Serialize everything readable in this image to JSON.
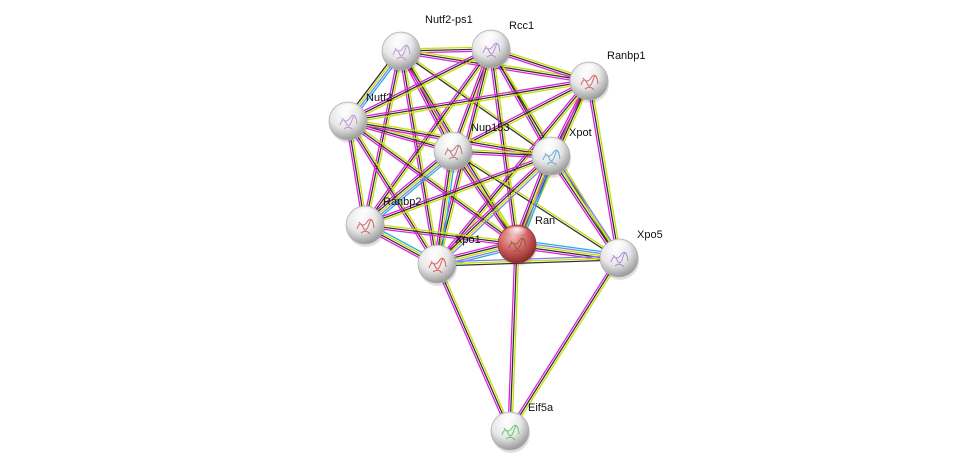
{
  "network": {
    "title": "Protein interaction network",
    "nodes": [
      {
        "id": "Nutf2-ps1",
        "label": "Nutf2-ps1",
        "glyph": "#b38ad0",
        "query": false
      },
      {
        "id": "Rcc1",
        "label": "Rcc1",
        "glyph": "#b07ad0",
        "query": false
      },
      {
        "id": "Ranbp1",
        "label": "Ranbp1",
        "glyph": "#d05050",
        "query": false
      },
      {
        "id": "Nutf2",
        "label": "Nutf2",
        "glyph": "#b38ad0",
        "query": false
      },
      {
        "id": "Nup153",
        "label": "Nup153",
        "glyph": "#b06060",
        "query": false
      },
      {
        "id": "Xpot",
        "label": "Xpot",
        "glyph": "#4aa0d0",
        "query": false
      },
      {
        "id": "Ranbp2",
        "label": "Ranbp2",
        "glyph": "#d05050",
        "query": false
      },
      {
        "id": "Ran",
        "label": "Ran",
        "glyph": "#8a5a20",
        "query": true
      },
      {
        "id": "Xpo1",
        "label": "Xpo1",
        "glyph": "#e04040",
        "query": false
      },
      {
        "id": "Xpo5",
        "label": "Xpo5",
        "glyph": "#a07ad0",
        "query": false
      },
      {
        "id": "Eif5a",
        "label": "Eif5a",
        "glyph": "#50c050",
        "query": false
      }
    ],
    "edge_colors": {
      "textmining": "#c8e000",
      "coexpression": "#333333",
      "experiments": "#e020e0",
      "databases": "#20b0e0",
      "homology": "#8080f0"
    },
    "edges": [
      {
        "a": "Nutf2-ps1",
        "b": "Rcc1",
        "types": [
          "textmining",
          "coexpression",
          "experiments"
        ]
      },
      {
        "a": "Nutf2-ps1",
        "b": "Ranbp1",
        "types": [
          "textmining",
          "coexpression",
          "experiments"
        ]
      },
      {
        "a": "Nutf2-ps1",
        "b": "Nutf2",
        "types": [
          "databases",
          "homology",
          "textmining",
          "coexpression"
        ]
      },
      {
        "a": "Nutf2-ps1",
        "b": "Nup153",
        "types": [
          "textmining",
          "coexpression",
          "experiments"
        ]
      },
      {
        "a": "Nutf2-ps1",
        "b": "Xpot",
        "types": [
          "textmining",
          "coexpression"
        ]
      },
      {
        "a": "Nutf2-ps1",
        "b": "Ranbp2",
        "types": [
          "textmining",
          "coexpression",
          "experiments"
        ]
      },
      {
        "a": "Nutf2-ps1",
        "b": "Ran",
        "types": [
          "textmining",
          "coexpression",
          "experiments"
        ]
      },
      {
        "a": "Nutf2-ps1",
        "b": "Xpo1",
        "types": [
          "textmining",
          "coexpression",
          "experiments"
        ]
      },
      {
        "a": "Rcc1",
        "b": "Ranbp1",
        "types": [
          "textmining",
          "coexpression",
          "experiments"
        ]
      },
      {
        "a": "Rcc1",
        "b": "Nutf2",
        "types": [
          "textmining",
          "coexpression",
          "experiments"
        ]
      },
      {
        "a": "Rcc1",
        "b": "Nup153",
        "types": [
          "textmining",
          "coexpression",
          "experiments"
        ]
      },
      {
        "a": "Rcc1",
        "b": "Xpot",
        "types": [
          "textmining",
          "coexpression",
          "experiments"
        ]
      },
      {
        "a": "Rcc1",
        "b": "Ranbp2",
        "types": [
          "textmining",
          "coexpression",
          "experiments"
        ]
      },
      {
        "a": "Rcc1",
        "b": "Ran",
        "types": [
          "textmining",
          "coexpression",
          "experiments"
        ]
      },
      {
        "a": "Rcc1",
        "b": "Xpo1",
        "types": [
          "textmining",
          "coexpression",
          "experiments"
        ]
      },
      {
        "a": "Rcc1",
        "b": "Xpo5",
        "types": [
          "textmining",
          "coexpression"
        ]
      },
      {
        "a": "Ranbp1",
        "b": "Nutf2",
        "types": [
          "textmining",
          "coexpression",
          "experiments"
        ]
      },
      {
        "a": "Ranbp1",
        "b": "Nup153",
        "types": [
          "textmining",
          "coexpression",
          "experiments"
        ]
      },
      {
        "a": "Ranbp1",
        "b": "Xpot",
        "types": [
          "textmining",
          "coexpression",
          "experiments"
        ]
      },
      {
        "a": "Ranbp1",
        "b": "Ran",
        "types": [
          "textmining",
          "coexpression",
          "experiments"
        ]
      },
      {
        "a": "Ranbp1",
        "b": "Xpo1",
        "types": [
          "textmining",
          "coexpression",
          "experiments"
        ]
      },
      {
        "a": "Ranbp1",
        "b": "Xpo5",
        "types": [
          "textmining",
          "coexpression",
          "experiments"
        ]
      },
      {
        "a": "Nutf2",
        "b": "Nup153",
        "types": [
          "textmining",
          "coexpression",
          "experiments"
        ]
      },
      {
        "a": "Nutf2",
        "b": "Xpot",
        "types": [
          "textmining",
          "coexpression",
          "experiments"
        ]
      },
      {
        "a": "Nutf2",
        "b": "Ranbp2",
        "types": [
          "textmining",
          "coexpression",
          "experiments"
        ]
      },
      {
        "a": "Nutf2",
        "b": "Ran",
        "types": [
          "textmining",
          "coexpression",
          "experiments"
        ]
      },
      {
        "a": "Nutf2",
        "b": "Xpo1",
        "types": [
          "textmining",
          "coexpression",
          "experiments"
        ]
      },
      {
        "a": "Nup153",
        "b": "Xpot",
        "types": [
          "textmining",
          "coexpression",
          "experiments"
        ]
      },
      {
        "a": "Nup153",
        "b": "Ranbp2",
        "types": [
          "databases",
          "homology",
          "textmining",
          "coexpression",
          "experiments"
        ]
      },
      {
        "a": "Nup153",
        "b": "Ran",
        "types": [
          "textmining",
          "coexpression",
          "experiments"
        ]
      },
      {
        "a": "Nup153",
        "b": "Xpo1",
        "types": [
          "databases",
          "textmining",
          "coexpression",
          "experiments"
        ]
      },
      {
        "a": "Nup153",
        "b": "Xpo5",
        "types": [
          "textmining",
          "coexpression"
        ]
      },
      {
        "a": "Xpot",
        "b": "Ranbp2",
        "types": [
          "textmining",
          "coexpression",
          "experiments"
        ]
      },
      {
        "a": "Xpot",
        "b": "Ran",
        "types": [
          "databases",
          "homology",
          "textmining",
          "coexpression",
          "experiments"
        ]
      },
      {
        "a": "Xpot",
        "b": "Xpo1",
        "types": [
          "homology",
          "textmining",
          "coexpression",
          "experiments"
        ]
      },
      {
        "a": "Xpot",
        "b": "Xpo5",
        "types": [
          "homology",
          "textmining",
          "coexpression",
          "experiments"
        ]
      },
      {
        "a": "Ranbp2",
        "b": "Ran",
        "types": [
          "textmining",
          "coexpression",
          "experiments"
        ]
      },
      {
        "a": "Ranbp2",
        "b": "Xpo1",
        "types": [
          "databases",
          "textmining",
          "coexpression",
          "experiments"
        ]
      },
      {
        "a": "Ran",
        "b": "Xpo1",
        "types": [
          "databases",
          "homology",
          "textmining",
          "coexpression",
          "experiments"
        ]
      },
      {
        "a": "Ran",
        "b": "Xpo5",
        "types": [
          "databases",
          "homology",
          "textmining",
          "coexpression",
          "experiments"
        ]
      },
      {
        "a": "Ran",
        "b": "Eif5a",
        "types": [
          "textmining",
          "coexpression",
          "experiments"
        ]
      },
      {
        "a": "Xpo1",
        "b": "Xpo5",
        "types": [
          "homology",
          "textmining",
          "coexpression"
        ]
      },
      {
        "a": "Xpo1",
        "b": "Eif5a",
        "types": [
          "textmining",
          "coexpression",
          "experiments"
        ]
      },
      {
        "a": "Xpo5",
        "b": "Eif5a",
        "types": [
          "textmining",
          "coexpression",
          "experiments"
        ]
      }
    ]
  }
}
